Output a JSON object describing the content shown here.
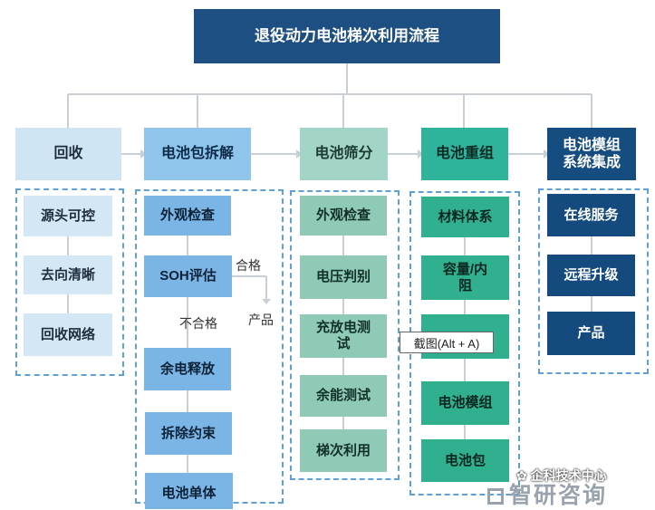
{
  "title": "退役动力电池梯次利用流程",
  "headers": [
    "回收",
    "电池包拆解",
    "电池筛分",
    "电池重组",
    "电池模组\n系统集成"
  ],
  "col1": [
    "源头可控",
    "去向清晰",
    "回收网络"
  ],
  "col2": [
    "外观检查",
    "SOH评估",
    "余电释放",
    "拆除约束",
    "电池单体"
  ],
  "col2_side": {
    "pass": "合格",
    "product": "产品",
    "fail": "不合格"
  },
  "col3": [
    "外观检查",
    "电压判别",
    "充放电测\n试",
    "余能测试",
    "梯次利用"
  ],
  "col4": [
    "材料体系",
    "容量/内\n阻",
    "",
    "电池模组",
    "电池包"
  ],
  "col5": [
    "在线服务",
    "远程升级",
    "产品"
  ],
  "tooltip": "截图(Alt + A)",
  "watermark": {
    "wechat": "企科技术中心",
    "brand": "智研咨询"
  }
}
